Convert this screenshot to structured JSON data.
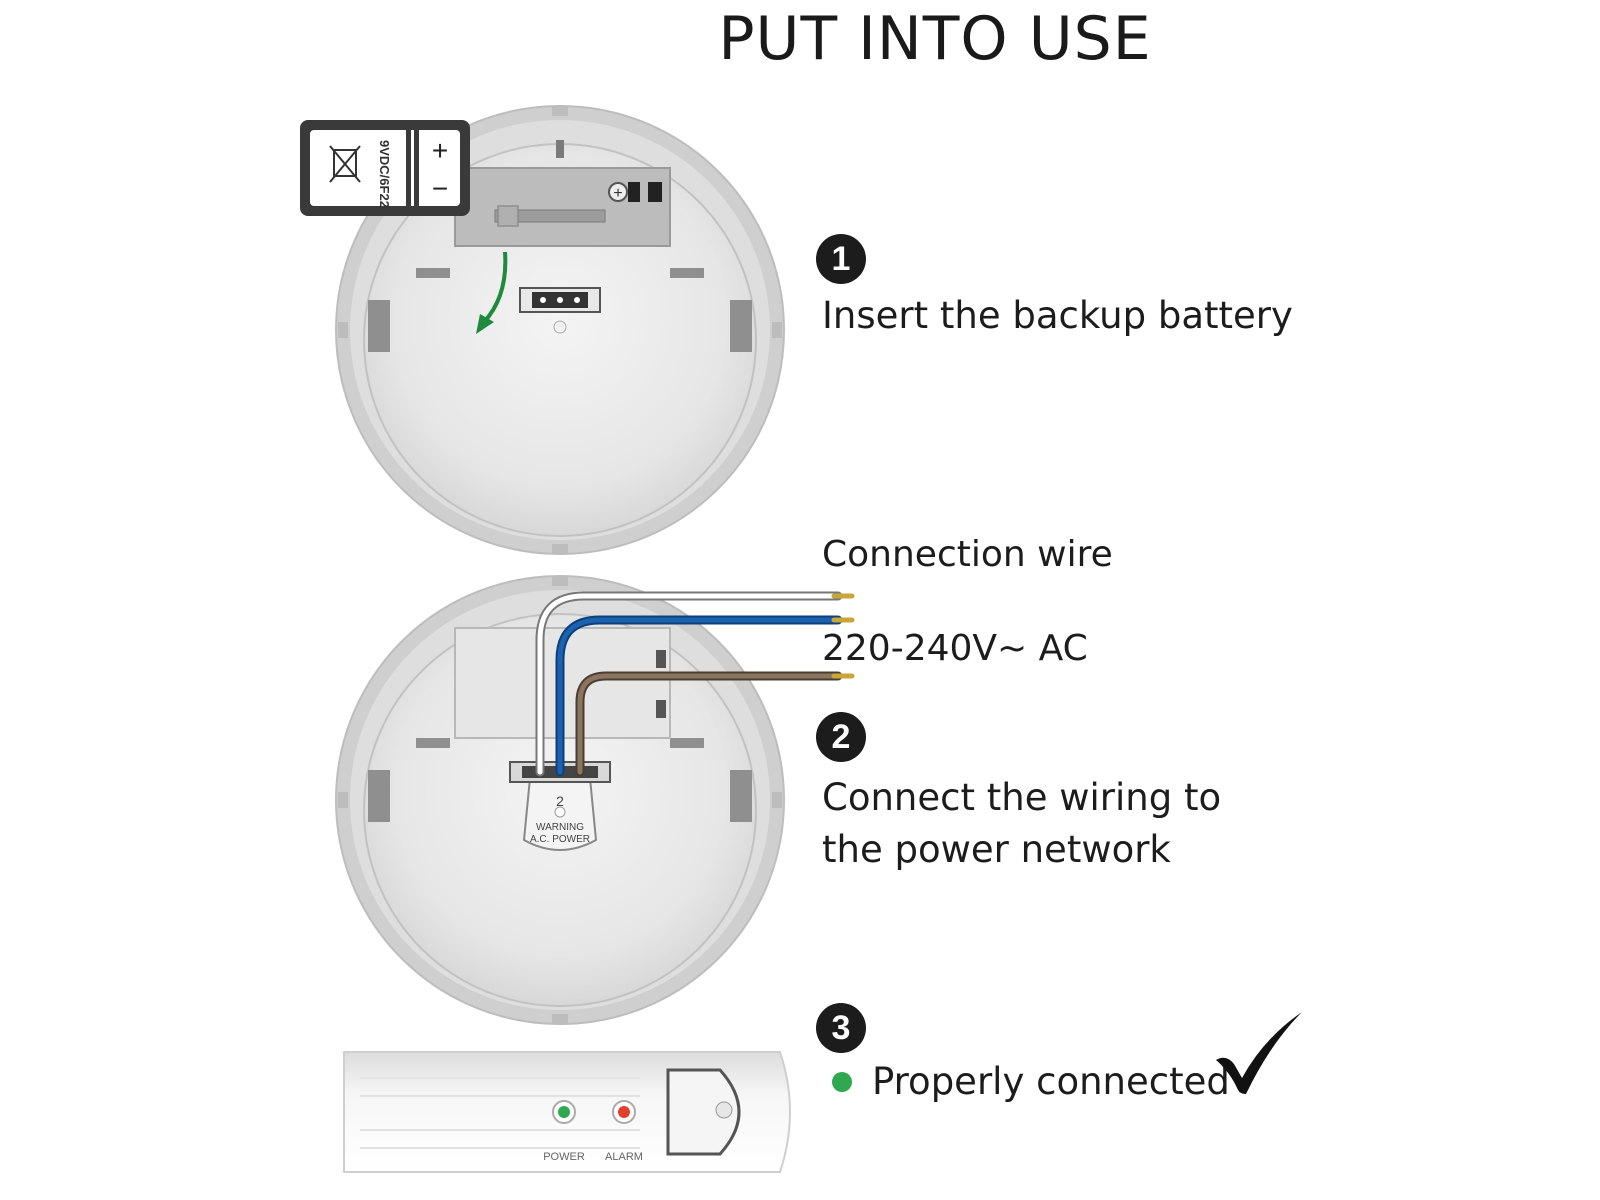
{
  "title": "PUT INTO USE",
  "battery": {
    "spec": "9VDC/6F22",
    "plus": "+",
    "minus": "−"
  },
  "steps": [
    {
      "number": "1",
      "text": "Insert the backup battery"
    },
    {
      "number": "2",
      "text": "Connect the wiring to the power network"
    },
    {
      "number": "3",
      "text": "Properly connected"
    }
  ],
  "wire_labels": {
    "connection": "Connection wire",
    "voltage": "220-240V~ AC"
  },
  "terminal": {
    "number": "2",
    "warning_line1": "WARNING",
    "warning_line2": "A.C. POWER"
  },
  "device": {
    "power_label": "POWER",
    "alarm_label": "ALARM",
    "power_led_color": "#2fa84f",
    "alarm_led_color": "#e0412c",
    "status_dot_color": "#2fa84f"
  },
  "colors": {
    "arrow": "#1e8a3c",
    "wire_blue": "#1b63b0",
    "wire_brown": "#8a7560",
    "wire_white": "#ffffff"
  }
}
